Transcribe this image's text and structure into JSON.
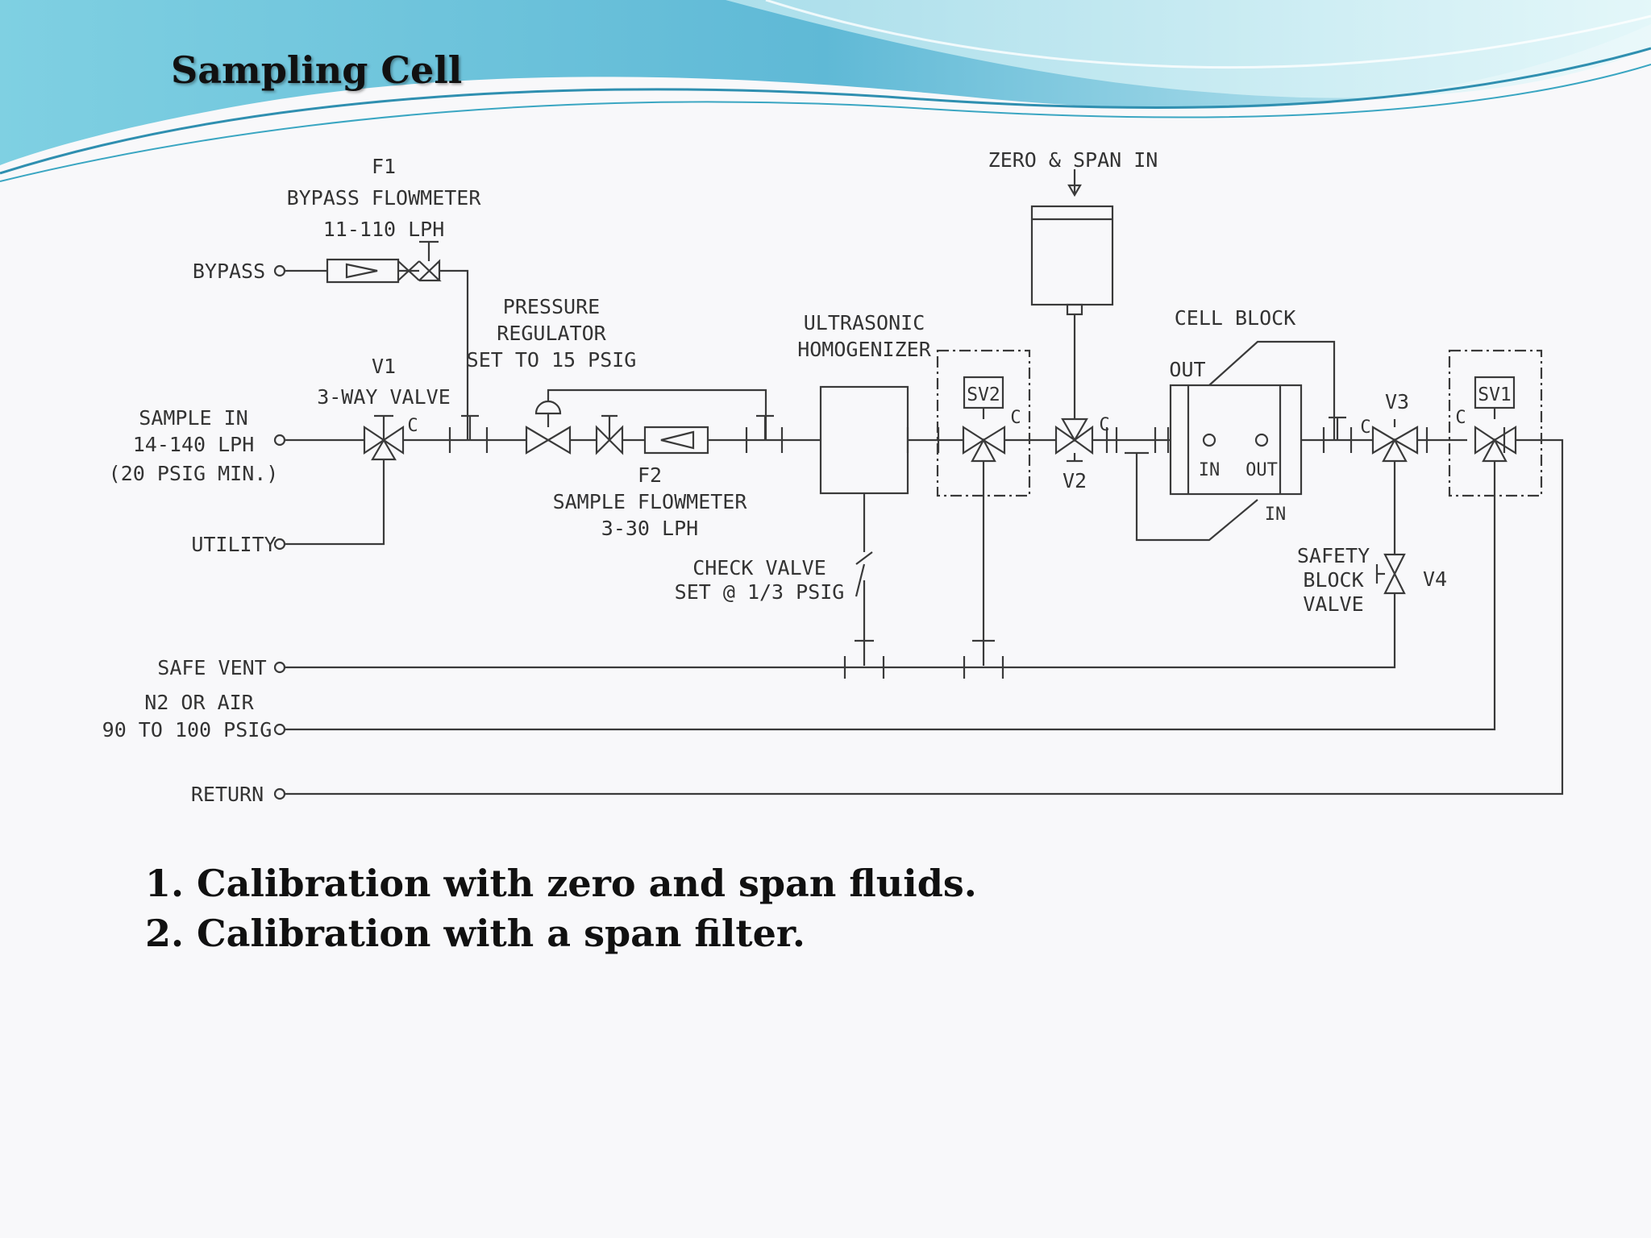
{
  "title": "Sampling Cell",
  "bullets": [
    "1. Calibration with zero and span fluids.",
    "2. Calibration with a span filter."
  ],
  "colors": {
    "banner_light": "#dff4f7",
    "banner_mid": "#8fd3df",
    "banner_dark": "#4fb3cc",
    "line": "#3a3a3a"
  },
  "diagram": {
    "labels": {
      "f1_tag": "F1",
      "f1_name": "BYPASS FLOWMETER",
      "f1_range": "11-110 LPH",
      "bypass": "BYPASS",
      "sample_in": "SAMPLE IN",
      "sample_range": "14-140 LPH",
      "sample_min": "(20 PSIG MIN.)",
      "utility": "UTILITY",
      "v1_tag": "V1",
      "v1_name": "3-WAY VALVE",
      "reg_1": "PRESSURE",
      "reg_2": "REGULATOR",
      "reg_3": "SET TO 15 PSIG",
      "f2_tag": "F2",
      "f2_name": "SAMPLE FLOWMETER",
      "f2_range": "3-30 LPH",
      "homog_1": "ULTRASONIC",
      "homog_2": "HOMOGENIZER",
      "check_1": "CHECK VALVE",
      "check_2": "SET @ 1/3 PSIG",
      "zero_span": "ZERO & SPAN IN",
      "sv2": "SV2",
      "sv1": "SV1",
      "v2": "V2",
      "v3": "V3",
      "v4": "V4",
      "c_sv2": "C",
      "c_v2": "C",
      "c_v3": "C",
      "c_sv1": "C",
      "c_v1": "C",
      "cell_block": "CELL BLOCK",
      "out_top": "OUT",
      "cell_in": "IN",
      "cell_out": "OUT",
      "in_bottom": "IN",
      "safety_1": "SAFETY",
      "safety_2": "BLOCK",
      "safety_3": "VALVE",
      "safe_vent": "SAFE VENT",
      "n2_1": "N2 OR AIR",
      "n2_2": "90 TO 100 PSIG",
      "return": "RETURN"
    }
  }
}
